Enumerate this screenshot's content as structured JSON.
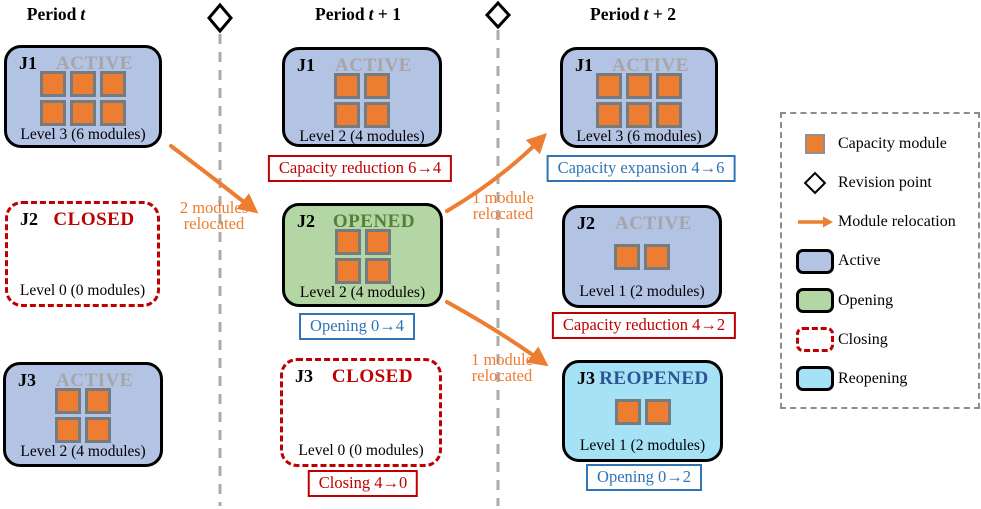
{
  "headers": [
    {
      "prefix": "Period",
      "var": "t",
      "rest": ""
    },
    {
      "prefix": "Period",
      "var": "t",
      "rest": " + 1"
    },
    {
      "prefix": "Period",
      "var": "t",
      "rest": " + 2"
    }
  ],
  "facilities": [
    {
      "name": "J1",
      "status": "ACTIVE",
      "state": "active",
      "modules": 6,
      "cols": 3,
      "level": "Level 3 (6 modules)"
    },
    {
      "name": "J2",
      "status": "CLOSED",
      "state": "closed",
      "modules": 0,
      "cols": 0,
      "level": "Level 0 (0 modules)"
    },
    {
      "name": "J3",
      "status": "ACTIVE",
      "state": "active",
      "modules": 4,
      "cols": 2,
      "level": "Level 2 (4 modules)"
    },
    {
      "name": "J1",
      "status": "ACTIVE",
      "state": "active",
      "modules": 4,
      "cols": 2,
      "level": "Level 2 (4 modules)"
    },
    {
      "name": "J2",
      "status": "OPENED",
      "state": "opened",
      "modules": 4,
      "cols": 2,
      "level": "Level 2 (4 modules)"
    },
    {
      "name": "J3",
      "status": "CLOSED",
      "state": "closed",
      "modules": 0,
      "cols": 0,
      "level": "Level 0 (0 modules)"
    },
    {
      "name": "J1",
      "status": "ACTIVE",
      "state": "active",
      "modules": 6,
      "cols": 3,
      "level": "Level 3 (6 modules)"
    },
    {
      "name": "J2",
      "status": "ACTIVE",
      "state": "active",
      "modules": 2,
      "cols": 2,
      "level": "Level 1 (2 modules)"
    },
    {
      "name": "J3",
      "status": "REOPENED",
      "state": "reopened",
      "modules": 2,
      "cols": 2,
      "level": "Level 1 (2 modules)"
    }
  ],
  "events": [
    {
      "text": "Capacity reduction 6→4",
      "style": "red"
    },
    {
      "text": "Opening 0→4",
      "style": "blue"
    },
    {
      "text": "Closing 4→0",
      "style": "red"
    },
    {
      "text": "Capacity expansion 4→6",
      "style": "blue"
    },
    {
      "text": "Capacity reduction 4→2",
      "style": "red"
    },
    {
      "text": "Opening 0→2",
      "style": "blue"
    }
  ],
  "relocations": [
    {
      "line1": "2 modules",
      "line2": "relocated"
    },
    {
      "line1": "1 module",
      "line2": "relocated"
    },
    {
      "line1": "1 module",
      "line2": "relocated"
    }
  ],
  "legend": {
    "items": [
      {
        "icon": "capacity-module-icon",
        "label": "Capacity module"
      },
      {
        "icon": "revision-point-icon",
        "label": "Revision point"
      },
      {
        "icon": "module-relocation-icon",
        "label": "Module relocation"
      },
      {
        "icon": "active-swatch",
        "label": "Active"
      },
      {
        "icon": "opening-swatch",
        "label": "Opening"
      },
      {
        "icon": "closing-swatch",
        "label": "Closing"
      },
      {
        "icon": "reopening-swatch",
        "label": "Reopening"
      }
    ]
  },
  "colors": {
    "active_fill": "#B3C3E4",
    "opening_fill": "#B4D6A4",
    "reopening_fill": "#A6E2F5",
    "module_orange": "#ED7D31",
    "module_border": "#767B80",
    "closed_red": "#C00000",
    "event_blue": "#2E75B6",
    "status_gray": "#A6A6A6",
    "opened_green": "#538135",
    "reopened_blue": "#2F5496",
    "arrow_orange": "#ED7D31",
    "divider_gray": "#ABABAB"
  }
}
